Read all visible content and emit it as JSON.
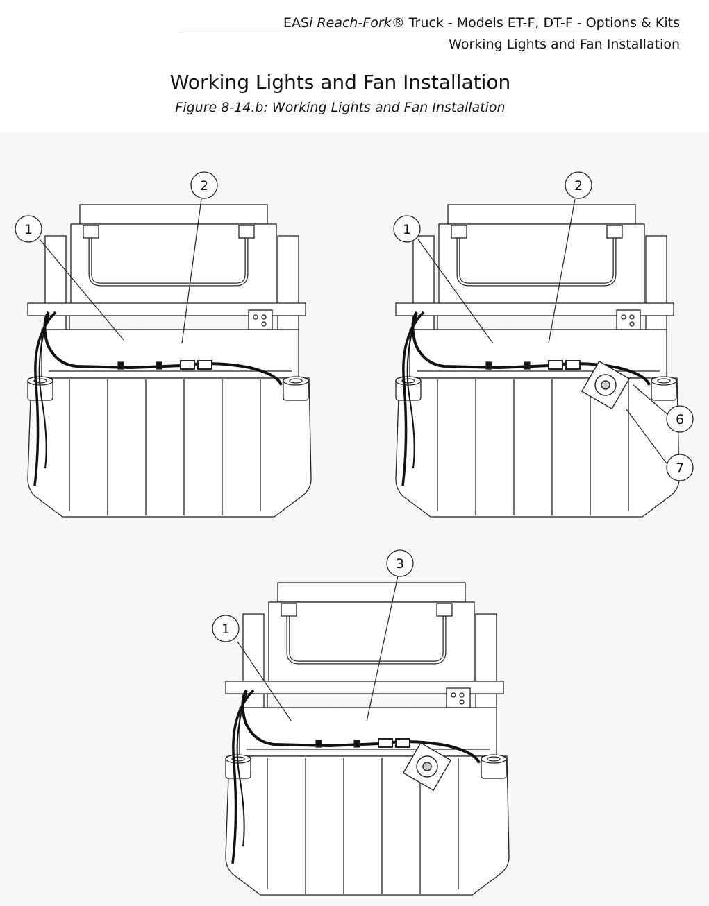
{
  "header": {
    "line1_prefix": "EAS",
    "line1_italic_i": "i",
    "line1_italic_product": "Reach-Fork",
    "line1_rest": "® Truck - Models ET-F, DT-F - Options & Kits",
    "line2": "Working Lights and Fan Installation"
  },
  "page_title": "Working Lights and Fan Installation",
  "figure_caption": "Figure 8-14.b: Working Lights and Fan Installation",
  "callouts": {
    "top_left": [
      "1",
      "2"
    ],
    "top_right": [
      "1",
      "2",
      "6",
      "7"
    ],
    "bottom": [
      "1",
      "3"
    ]
  }
}
